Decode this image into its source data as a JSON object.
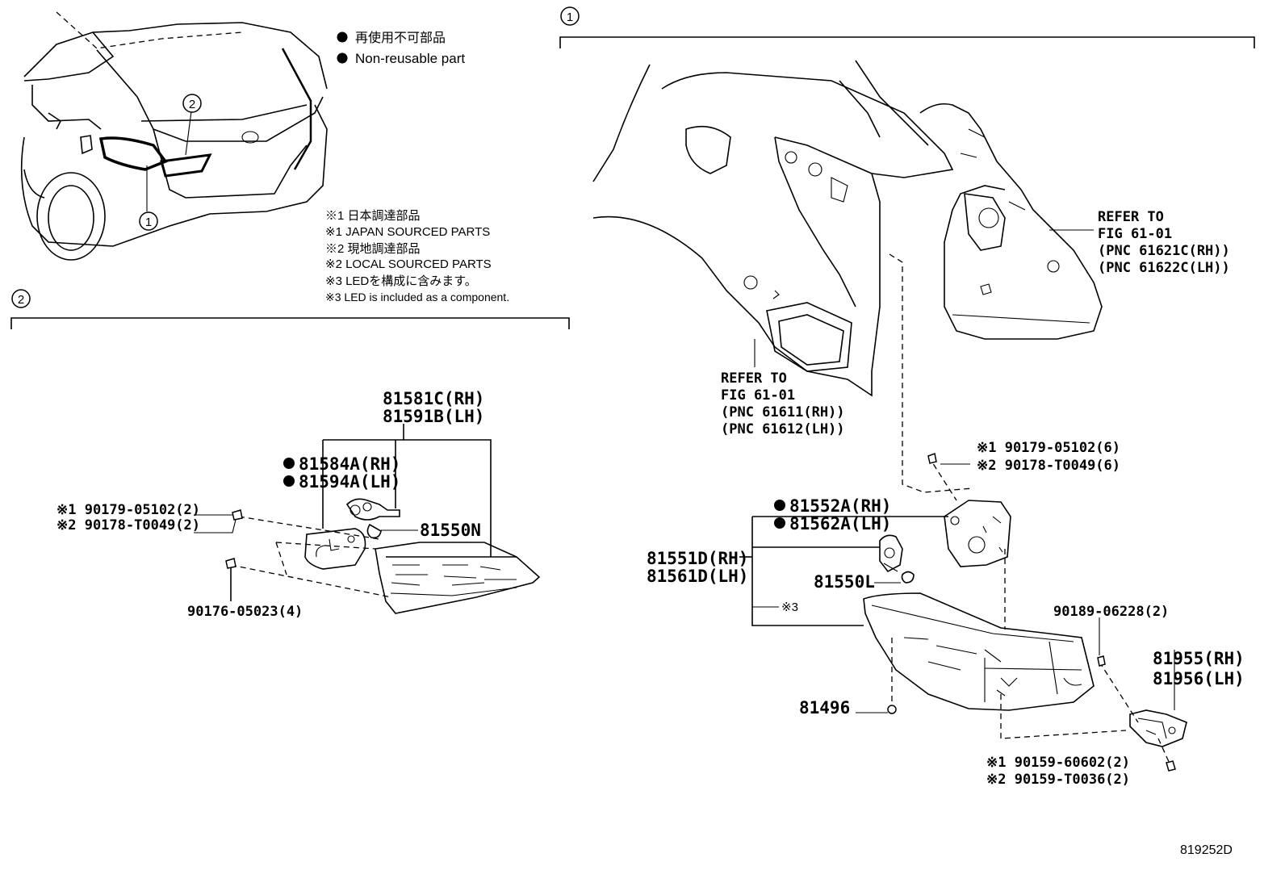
{
  "legend": {
    "nonreusable_jp": "再使用不可部品",
    "nonreusable_en": "Non-reusable part"
  },
  "notes": {
    "n1_jp": "※1 日本調達部品",
    "n1_en": "※1 JAPAN SOURCED PARTS",
    "n2_jp": "※2 現地調達部品",
    "n2_en": "※2 LOCAL SOURCED PARTS",
    "n3_jp": "※3 LEDを構成に含みます。",
    "n3_en": "※3 LED is included as a component."
  },
  "callouts": {
    "one": "1",
    "two": "2"
  },
  "section2": {
    "p81581": "81581C(RH)",
    "p81591": "81591B(LH)",
    "p81584": "81584A(RH)",
    "p81594": "81594A(LH)",
    "p90179": "※1 90179-05102(2)",
    "p90178": "※2 90178-T0049(2)",
    "p81550n": "81550N",
    "p90176": "90176-05023(4)"
  },
  "section1": {
    "refer_a1": "REFER TO",
    "refer_a2": "FIG 61-01",
    "refer_a3": "(PNC 61621C(RH))",
    "refer_a4": "(PNC 61622C(LH))",
    "refer_b1": "REFER TO",
    "refer_b2": "FIG 61-01",
    "refer_b3": "(PNC 61611(RH))",
    "refer_b4": "(PNC 61612(LH))",
    "p90179": "※1 90179-05102(6)",
    "p90178": "※2 90178-T0049(6)",
    "p81552": "81552A(RH)",
    "p81562": "81562A(LH)",
    "p81551": "81551D(RH)",
    "p81561": "81561D(LH)",
    "p81550l": "81550L",
    "note3": "※3",
    "p90189": "90189-06228(2)",
    "p81955": "81955(RH)",
    "p81956": "81956(LH)",
    "p81496": "81496",
    "p90159a": "※1 90159-60602(2)",
    "p90159b": "※2 90159-T0036(2)"
  },
  "figure_id": "819252D"
}
